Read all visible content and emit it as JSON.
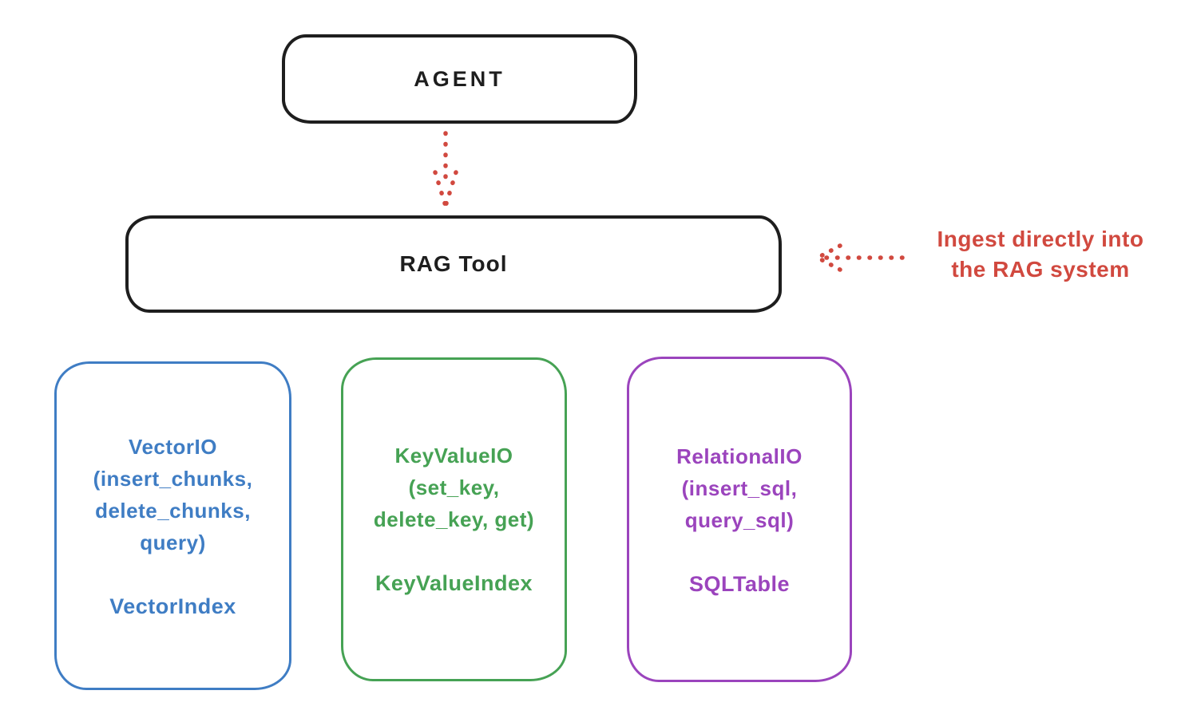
{
  "colors": {
    "ink": "#1e1e1e",
    "red": "#d1493f",
    "blue": "#3f7dc4",
    "green": "#46a254",
    "purple": "#9b44bd",
    "background": "#ffffff"
  },
  "nodes": {
    "agent": {
      "label": "AGENT"
    },
    "rag_tool": {
      "label": "RAG Tool"
    }
  },
  "annotation": {
    "lines": [
      "Ingest directly into",
      "the RAG system"
    ]
  },
  "stores": [
    {
      "id": "vector-io",
      "color": "#3f7dc4",
      "io_lines": [
        "VectorIO",
        "(insert_chunks,",
        "delete_chunks,",
        "query)"
      ],
      "index_label": "VectorIndex"
    },
    {
      "id": "keyvalue-io",
      "color": "#46a254",
      "io_lines": [
        "KeyValueIO",
        "(set_key,",
        "delete_key, get)"
      ],
      "index_label": "KeyValueIndex"
    },
    {
      "id": "relational-io",
      "color": "#9b44bd",
      "io_lines": [
        "RelationalIO",
        "(insert_sql,",
        "query_sql)"
      ],
      "index_label": "SQLTable"
    }
  ]
}
